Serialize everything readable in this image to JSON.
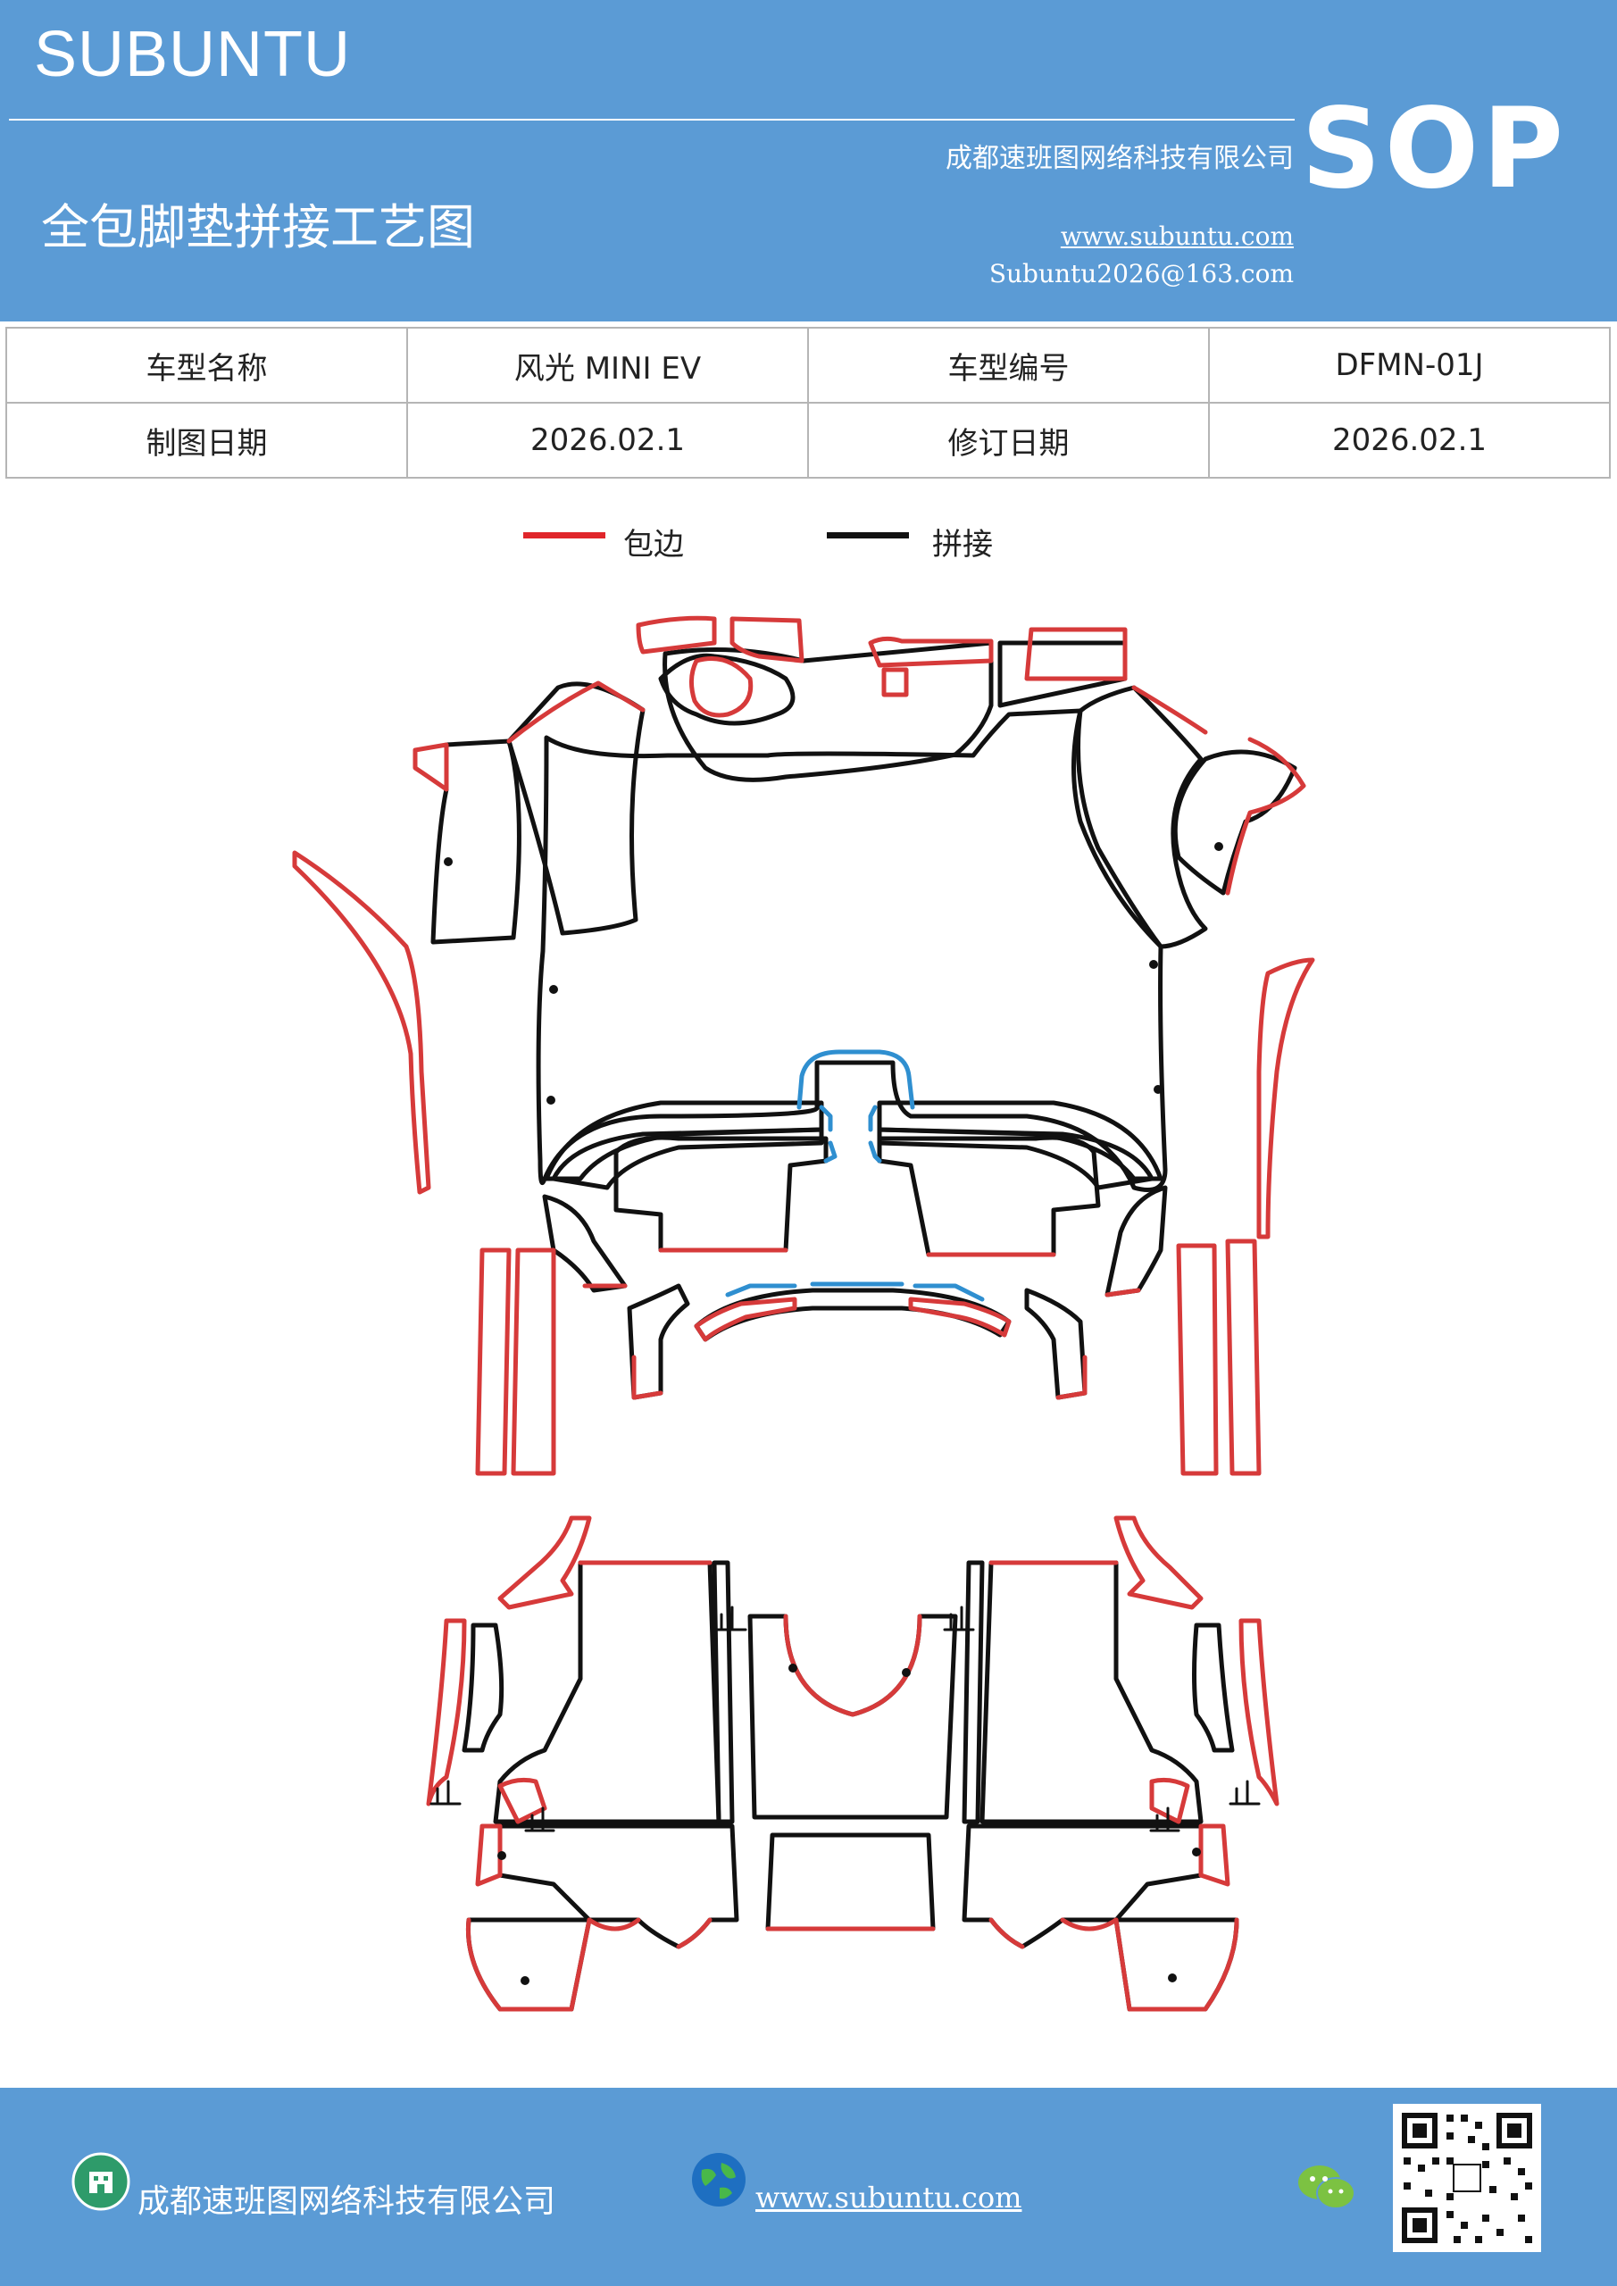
{
  "header": {
    "brand": "SUBUNTU",
    "badge": "SOP",
    "title": "全包脚垫拼接工艺图",
    "company": "成都速班图网络科技有限公司",
    "website": "www.subuntu.com",
    "email": "Subuntu2026@163.com"
  },
  "info_table": {
    "rows": [
      [
        "车型名称",
        "风光 MINI  EV",
        "车型编号",
        "DFMN-01J"
      ],
      [
        "制图日期",
        "2026.02.1",
        "修订日期",
        "2026.02.1"
      ]
    ]
  },
  "legend": [
    {
      "label": "包边",
      "color": "#e0262b"
    },
    {
      "label": "拼接",
      "color": "#111111"
    }
  ],
  "colors": {
    "header_bg": "#5b9bd5",
    "edge_binding": "#d63a3a",
    "splice": "#111111",
    "blue_seam": "#2f8fd0"
  },
  "footer": {
    "company": "成都速班图网络科技有限公司",
    "website": "www.subuntu.com ",
    "icons": [
      "building-icon",
      "globe-icon",
      "wechat-icon",
      "qr-code"
    ]
  }
}
